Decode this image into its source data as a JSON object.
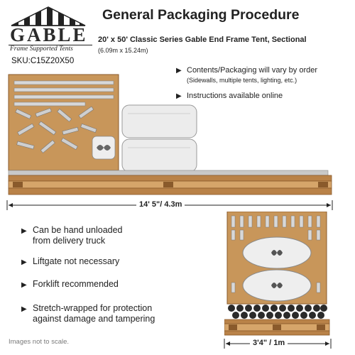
{
  "logo": {
    "word": "GABLE",
    "tagline": "Frame Supported Tents"
  },
  "sku": "SKU:C15Z20X50",
  "header": {
    "title": "General Packaging Procedure",
    "subtitle": "20' x 50' Classic Series Gable End Frame Tent, Sectional",
    "metric": "(6.09m x 15.24m)"
  },
  "notes": [
    {
      "main": "Contents/Packaging will vary by order",
      "sub": "(Sidewalls, multiple tents, lighting, etc.)"
    },
    {
      "main": "Instructions available online",
      "sub": ""
    }
  ],
  "dimensions": {
    "length": "14' 5\"/ 4.3m",
    "width": "3'4\" / 1m"
  },
  "bullets": [
    {
      "line1": "Can be hand unloaded",
      "line2": "from delivery truck"
    },
    {
      "line1": "Liftgate not necessary",
      "line2": ""
    },
    {
      "line1": "Forklift recommended",
      "line2": ""
    },
    {
      "line1": "Stretch-wrapped for protection",
      "line2": "against damage and tampering"
    }
  ],
  "disclaimer": "Images not to scale.",
  "colors": {
    "wood": "#c8965a",
    "wood_dark": "#8a5a2b",
    "bag": "#ececec",
    "pole": "#cfcfcf"
  }
}
